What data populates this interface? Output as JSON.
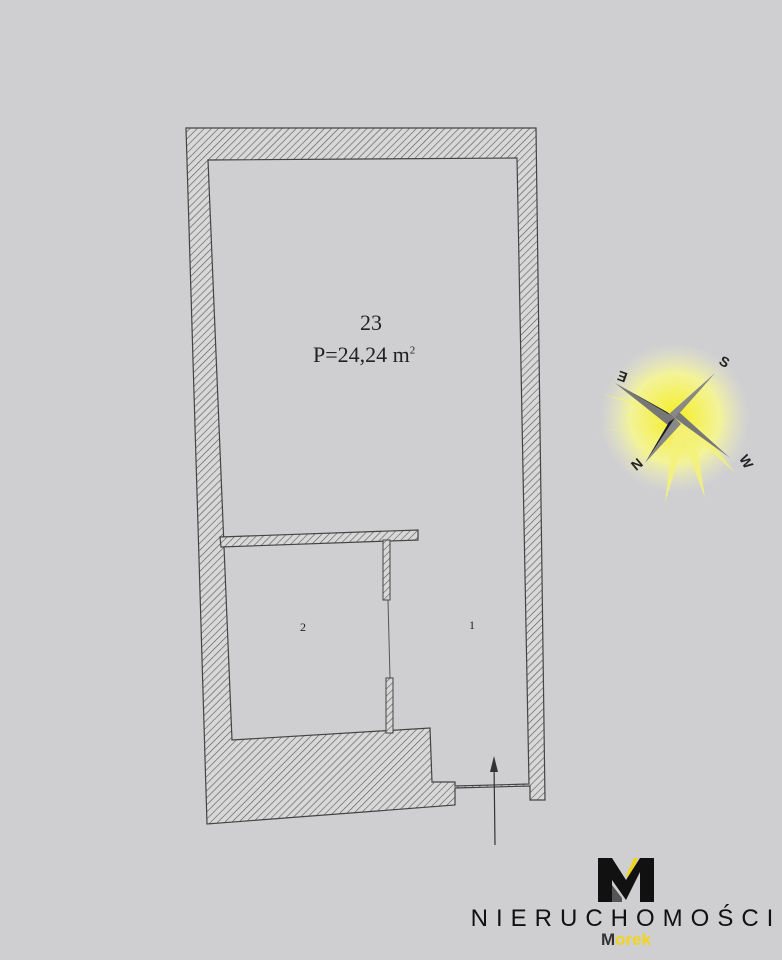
{
  "plan": {
    "room_number": "23",
    "area_label": "P=24,24 m",
    "area_unit_sup": "2",
    "rooms": [
      "2",
      "1"
    ]
  },
  "compass": {
    "labels": [
      "E",
      "S",
      "N",
      "W"
    ]
  },
  "logo": {
    "letter": "M",
    "company": "NIERUCHOMOŚCI",
    "name_first": "M",
    "name_rest": "orek"
  },
  "colors": {
    "paper": "#cfcfd1",
    "wall": "#555555",
    "accent": "#f2d51a"
  }
}
